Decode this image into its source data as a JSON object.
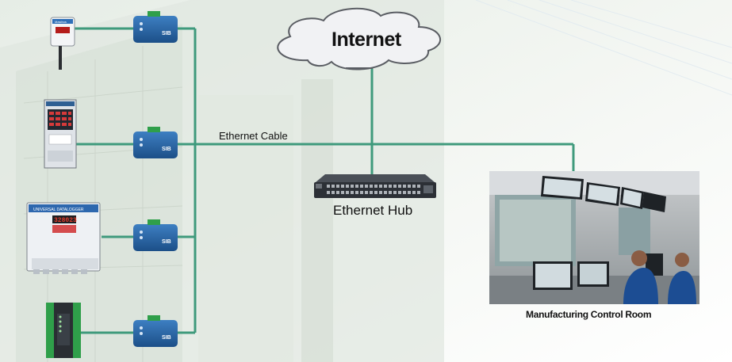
{
  "labels": {
    "internet": "Internet",
    "ethernet_cable": "Ethernet Cable",
    "ethernet_hub": "Ethernet Hub",
    "control_room": "Manufacturing Control Room"
  },
  "devices": {
    "display_reading": "328023",
    "panel_title": "UNIVERSAL DATALOGGER",
    "sib_brand": "SIB",
    "sensor_logo": "Masibus"
  },
  "colors": {
    "cable": "#3f9a7c",
    "cloud_fill": "#f1f2f4",
    "cloud_stroke": "#5a5d63",
    "converter_blue": "#1f5b9a",
    "hub_body": "#2c3036",
    "background": "#eaf1ea"
  },
  "icons": [
    "cloud-icon",
    "ethernet-hub-icon",
    "serial-ethernet-converter-icon",
    "temperature-transmitter-icon",
    "annunciator-panel-icon",
    "datalogger-icon",
    "io-module-icon",
    "control-room-photo"
  ]
}
